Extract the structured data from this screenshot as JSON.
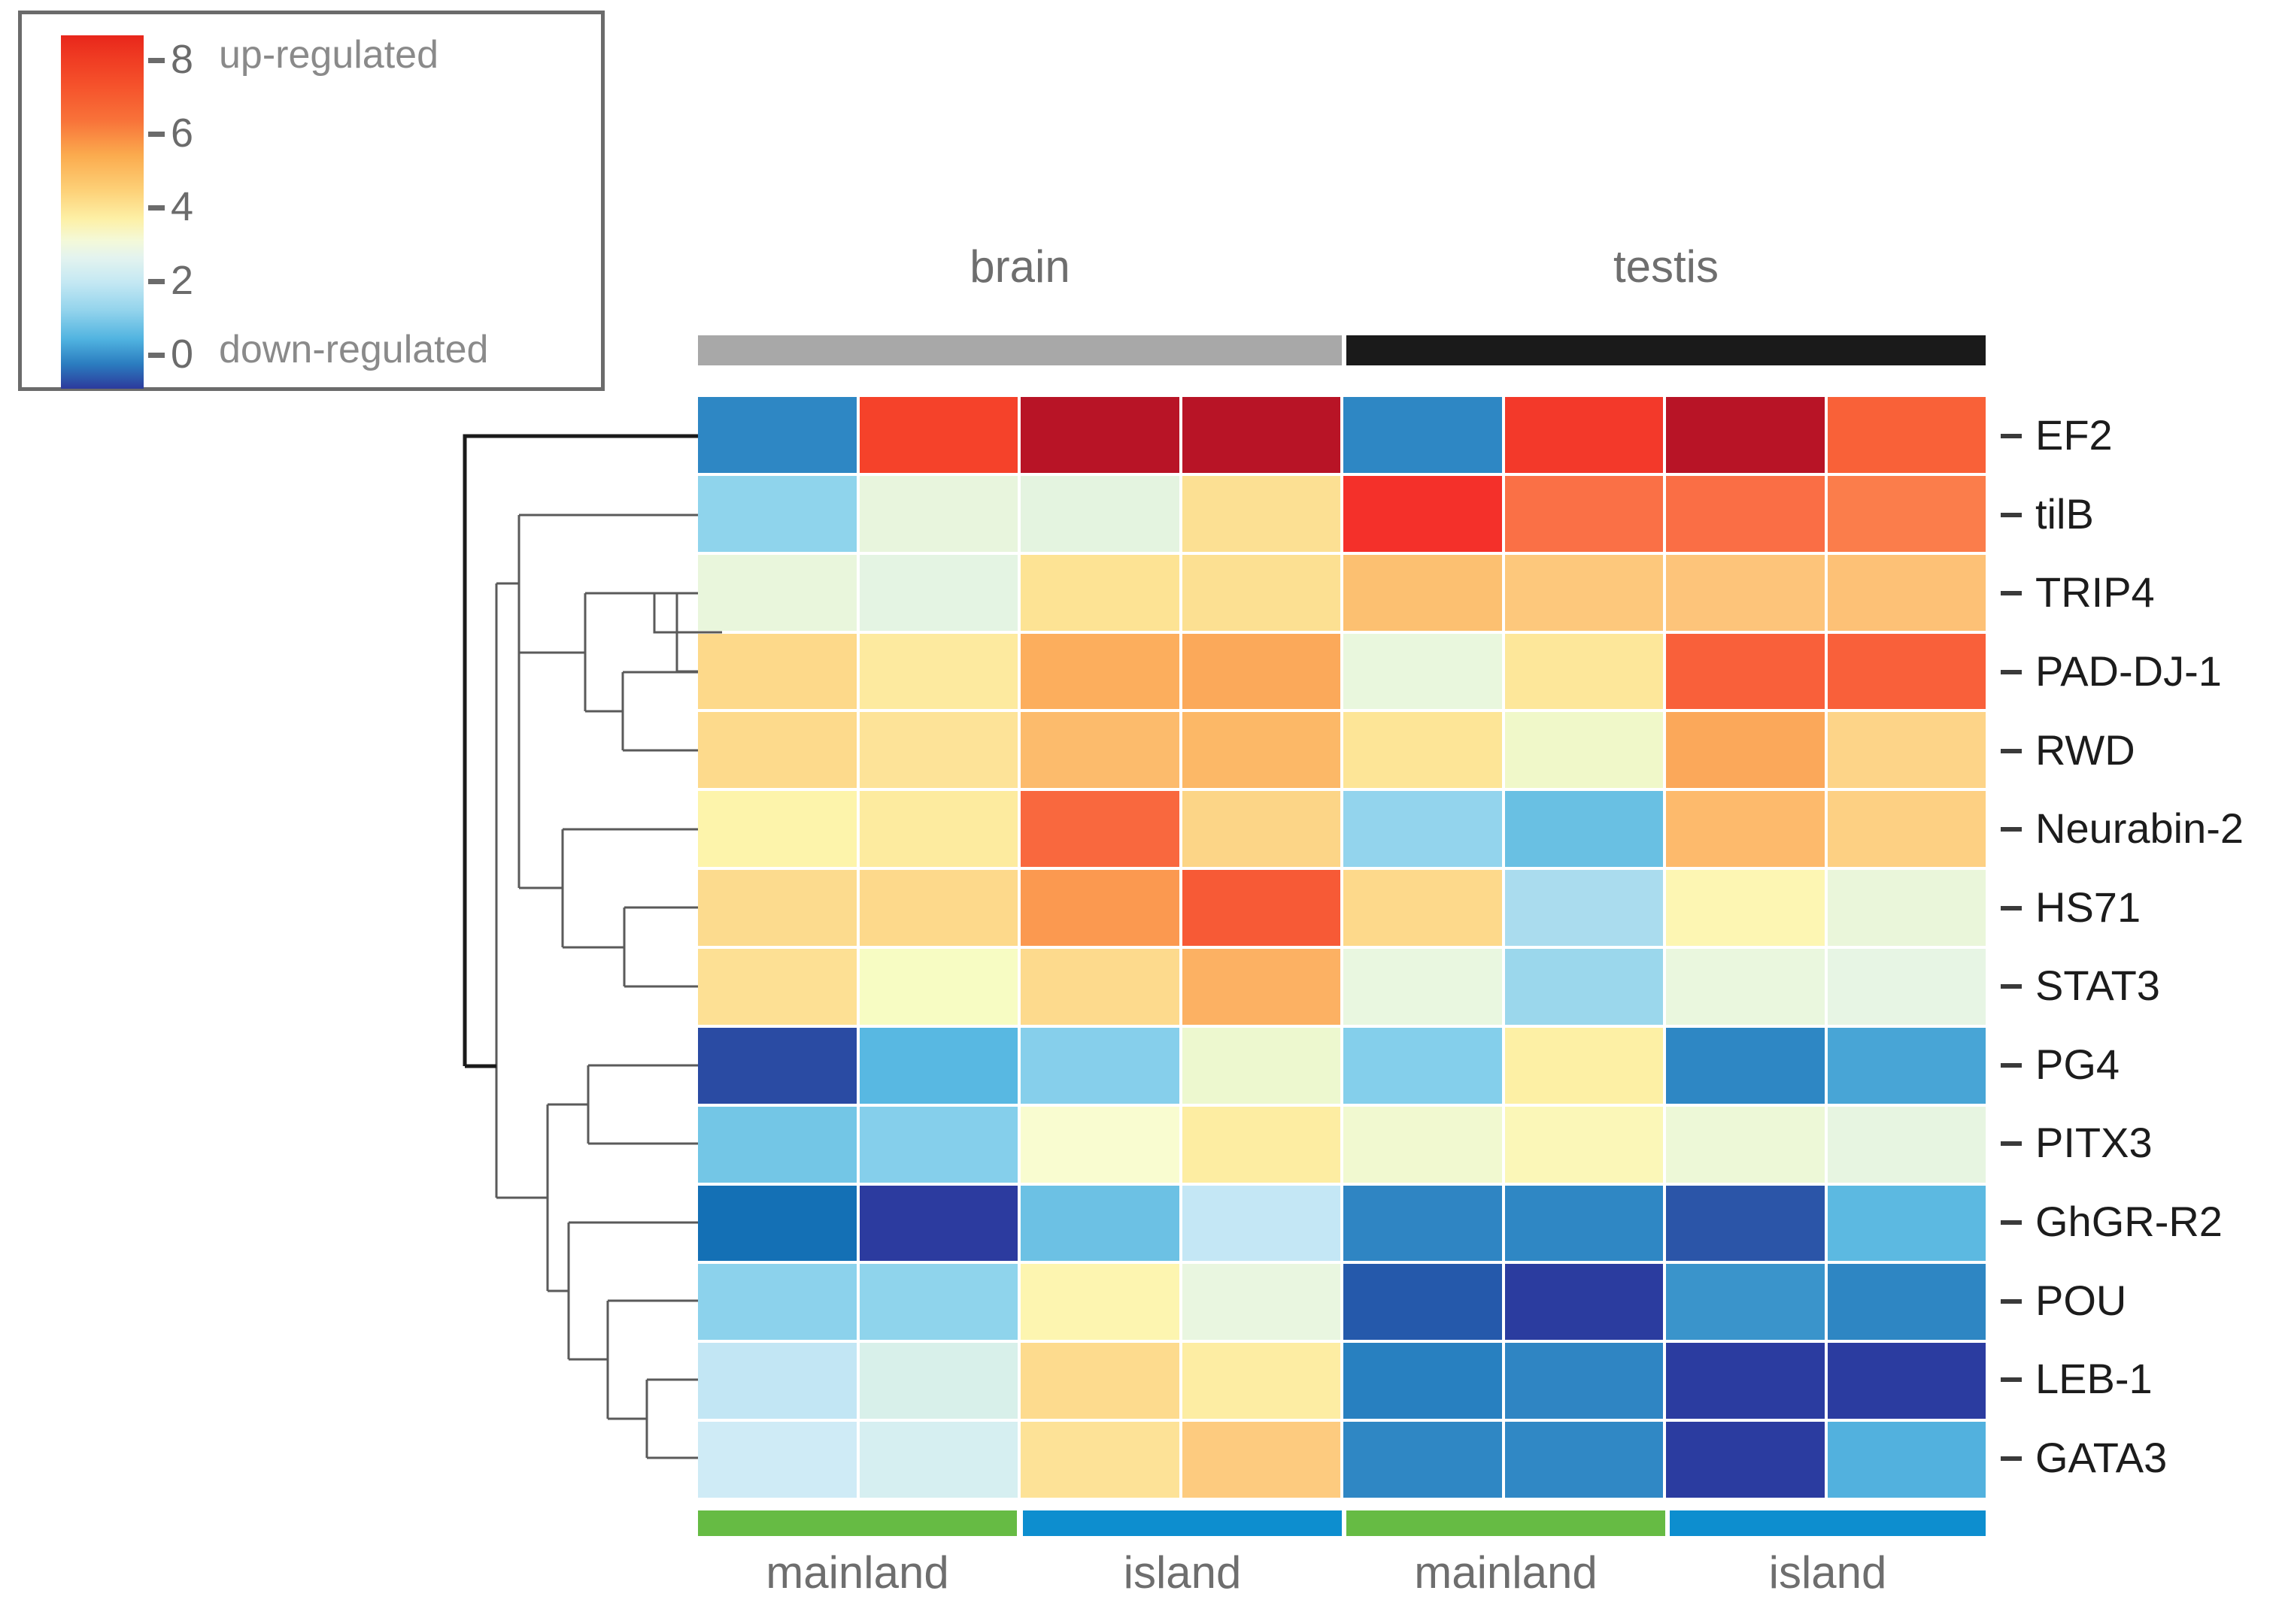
{
  "legend": {
    "ticks": [
      8,
      6,
      4,
      2,
      0
    ],
    "up_label": "up-regulated",
    "down_label": "down-regulated",
    "gradient_top_color": "#e8261b",
    "gradient_bottom_color": "#2c3a9c"
  },
  "tissues": [
    {
      "label": "brain",
      "bar_color": "#a8a8a8"
    },
    {
      "label": "testis",
      "bar_color": "#1a1a1a"
    }
  ],
  "groups": [
    {
      "label": "mainland",
      "bar_color": "#66bb44"
    },
    {
      "label": "island",
      "bar_color": "#0d8ecf"
    },
    {
      "label": "mainland",
      "bar_color": "#66bb44"
    },
    {
      "label": "island",
      "bar_color": "#0d8ecf"
    }
  ],
  "chart_data": {
    "type": "heatmap",
    "title": "",
    "xlabel": "",
    "ylabel": "",
    "colorbar_label": "",
    "zlim": [
      0,
      9
    ],
    "grid": false,
    "legend_position": "top-left",
    "annotations": [
      "up-regulated",
      "down-regulated"
    ],
    "column_groups": [
      {
        "name": "brain",
        "columns": [
          "brain mainland 1",
          "brain mainland 2",
          "brain island 1",
          "brain island 2"
        ]
      },
      {
        "name": "testis",
        "columns": [
          "testis mainland 1",
          "testis mainland 2",
          "testis island 1",
          "testis island 2"
        ]
      }
    ],
    "x": [
      "brain mainland 1",
      "brain mainland 2",
      "brain island 1",
      "brain island 2",
      "testis mainland 1",
      "testis mainland 2",
      "testis island 1",
      "testis island 2"
    ],
    "y": [
      "EF2",
      "tilB",
      "TRIP4",
      "PAD-DJ-1",
      "RWD",
      "Neurabin-2",
      "HS71",
      "STAT3",
      "PG4",
      "PITX3",
      "GhGR-R2",
      "POU",
      "LEB-1",
      "GATA3"
    ],
    "rows": [
      {
        "gene": "EF2",
        "values": [
          1.4,
          8.0,
          8.9,
          8.9,
          1.4,
          8.0,
          8.9,
          7.4
        ],
        "colors": [
          "#2e87c4",
          "#f5422a",
          "#b81426",
          "#b81426",
          "#2e87c4",
          "#f3392a",
          "#b81426",
          "#f96138"
        ]
      },
      {
        "gene": "tilB",
        "values": [
          2.2,
          4.4,
          4.4,
          5.0,
          7.9,
          7.1,
          7.1,
          7.0
        ],
        "colors": [
          "#8fd4ec",
          "#e8f5dd",
          "#e4f4e0",
          "#fce093",
          "#f4302a",
          "#fa7046",
          "#fa6e45",
          "#fb7d4b"
        ]
      },
      {
        "gene": "TRIP4",
        "values": [
          4.4,
          4.4,
          5.0,
          5.0,
          5.5,
          5.4,
          5.4,
          5.4
        ],
        "colors": [
          "#e9f6dc",
          "#e4f4e3",
          "#fde394",
          "#fce092",
          "#fcc071",
          "#fdc87c",
          "#fdc47a",
          "#fdc176"
        ]
      },
      {
        "gene": "PAD-DJ-1",
        "values": [
          5.0,
          4.8,
          5.8,
          5.9,
          4.4,
          4.9,
          7.0,
          6.9
        ],
        "colors": [
          "#fdd98a",
          "#fdea9f",
          "#fcae5d",
          "#fba95a",
          "#e9f7dd",
          "#fde79a",
          "#f9603a",
          "#f9603a"
        ]
      },
      {
        "gene": "RWD",
        "values": [
          5.0,
          4.9,
          5.6,
          5.6,
          4.7,
          4.5,
          6.0,
          5.1
        ],
        "colors": [
          "#fdda8c",
          "#fde398",
          "#fcbb6c",
          "#fcb867",
          "#fde597",
          "#f0f8c9",
          "#fba85a",
          "#fdd488"
        ]
      },
      {
        "gene": "Neurabin-2",
        "values": [
          4.6,
          4.8,
          6.6,
          5.1,
          2.6,
          2.2,
          5.7,
          5.2
        ],
        "colors": [
          "#fdf4ab",
          "#fdeb9f",
          "#f9683e",
          "#fcd587",
          "#93d4ed",
          "#69c0e3",
          "#fdba6c",
          "#fdd083"
        ]
      },
      {
        "gene": "HS71",
        "values": [
          5.0,
          5.0,
          6.2,
          6.9,
          5.0,
          2.5,
          4.5,
          4.4
        ],
        "colors": [
          "#fcdb8e",
          "#fdd98b",
          "#fb9950",
          "#f75a36",
          "#fdd98b",
          "#aadcee",
          "#fdf6b3",
          "#eaf6da"
        ]
      },
      {
        "gene": "STAT3",
        "values": [
          4.9,
          4.5,
          4.9,
          5.7,
          4.4,
          2.4,
          4.4,
          4.4
        ],
        "colors": [
          "#fde094",
          "#f7fcc3",
          "#fdda8d",
          "#fcb163",
          "#e9f7e0",
          "#9bd7ec",
          "#eaf7de",
          "#e7f5e4"
        ]
      },
      {
        "gene": "PG4",
        "values": [
          0.3,
          1.9,
          2.3,
          4.4,
          2.3,
          4.7,
          1.4,
          1.8
        ],
        "colors": [
          "#2a4ba3",
          "#58b8e2",
          "#86cfeb",
          "#edf8cf",
          "#84cfeb",
          "#fdf0a5",
          "#2e87c4",
          "#48a5d6"
        ]
      },
      {
        "gene": "PITX3",
        "values": [
          2.2,
          2.3,
          4.4,
          4.6,
          4.4,
          4.6,
          4.4,
          4.4
        ],
        "colors": [
          "#73c6e6",
          "#85cfeb",
          "#f9fcd0",
          "#fdeda2",
          "#f1f9d0",
          "#fbf7b8",
          "#edf8d7",
          "#e7f5e1"
        ]
      },
      {
        "gene": "GhGR-R2",
        "values": [
          1.3,
          0.3,
          2.3,
          3.0,
          1.6,
          1.6,
          1.0,
          1.7
        ],
        "colors": [
          "#1470b5",
          "#2c3b9f",
          "#6cc1e4",
          "#c4e7f5",
          "#2f85c3",
          "#2f87c4",
          "#2b55a8",
          "#5cb9e1"
        ]
      },
      {
        "gene": "POU",
        "values": [
          2.2,
          2.3,
          4.5,
          4.4,
          0.9,
          0.5,
          1.8,
          1.5
        ],
        "colors": [
          "#8cd2ec",
          "#8fd4ec",
          "#fdf5b0",
          "#e9f6e0",
          "#2559ab",
          "#2b3c9f",
          "#3a94cb",
          "#2e86c3"
        ]
      },
      {
        "gene": "LEB-1",
        "values": [
          2.5,
          3.0,
          4.9,
          4.6,
          1.5,
          1.6,
          0.5,
          0.5
        ],
        "colors": [
          "#c2e6f4",
          "#d8f0ea",
          "#fddb8e",
          "#fdeda3",
          "#2880c0",
          "#2f85c3",
          "#2b3ca0",
          "#2b3ca0"
        ]
      },
      {
        "gene": "GATA3",
        "values": [
          2.9,
          3.0,
          4.8,
          5.0,
          1.6,
          1.6,
          0.4,
          2.0
        ],
        "colors": [
          "#cfebf6",
          "#d6eff1",
          "#fde297",
          "#fdcb7f",
          "#2f87c4",
          "#3088c5",
          "#2b3ca0",
          "#52b1de"
        ]
      }
    ]
  }
}
